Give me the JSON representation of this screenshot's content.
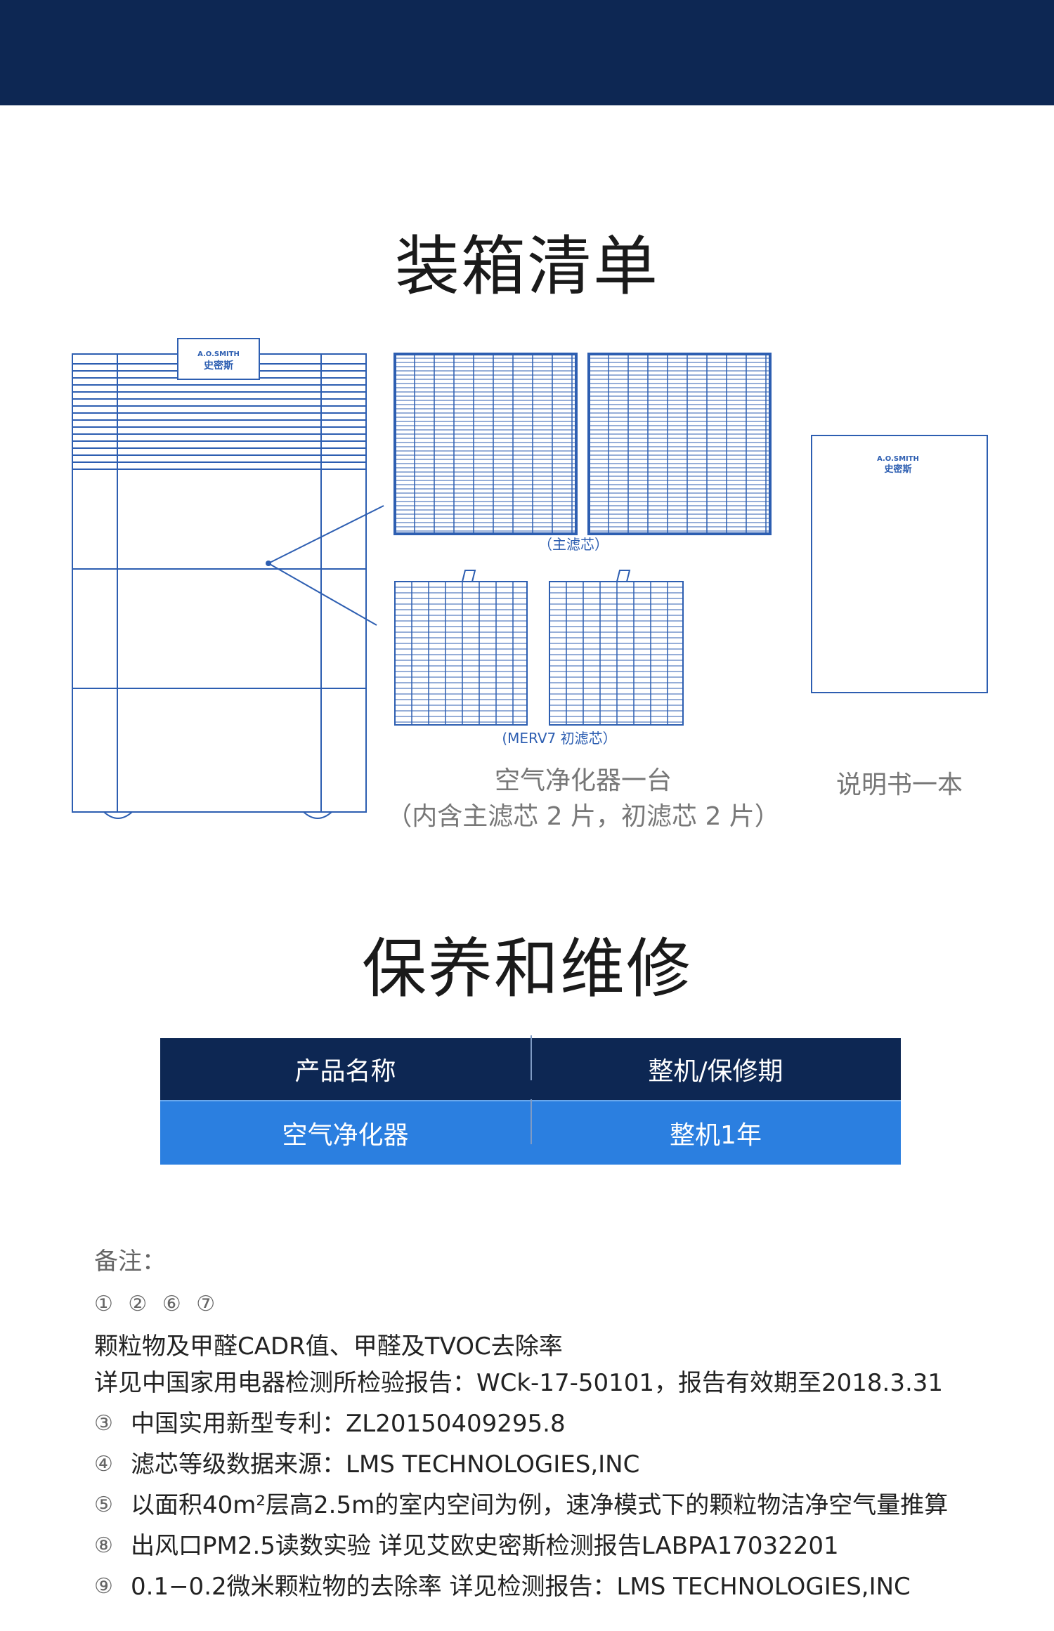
{
  "section1": {
    "title": "装箱清单"
  },
  "illustration": {
    "unit_brand_en": "A.O.SMITH",
    "unit_brand_cn": "史密斯",
    "main_filter_label": "（主滤芯）",
    "pre_filter_label": "(MERV7 初滤芯）",
    "manual_brand_en": "A.O.SMITH",
    "manual_brand_cn": "史密斯"
  },
  "captions": {
    "purifier_line1": "空气净化器一台",
    "purifier_line2": "（内含主滤芯 2 片，初滤芯 2 片）",
    "manual": "说明书一本"
  },
  "section2": {
    "title": "保养和维修"
  },
  "table": {
    "headers": [
      "产品名称",
      "整机/保修期"
    ],
    "row": [
      "空气净化器",
      "整机1年"
    ]
  },
  "notes": {
    "label": "备注：",
    "circles": "① ② ⑥ ⑦",
    "lines": [
      "颗粒物及甲醛CADR值、甲醛及TVOC去除率",
      "详见中国家用电器检测所检验报告：WCk-17-50101，报告有效期至2018.3.31"
    ],
    "items": [
      {
        "num": "③",
        "text": "中国实用新型专利：ZL20150409295.8"
      },
      {
        "num": "④",
        "text": "滤芯等级数据来源：LMS TECHNOLOGIES,INC"
      },
      {
        "num": "⑤",
        "text": "以面积40m²层高2.5m的室内空间为例，速净模式下的颗粒物洁净空气量推算"
      },
      {
        "num": "⑧",
        "text": "出风口PM2.5读数实验 详见艾欧史密斯检测报告LABPA17032201"
      },
      {
        "num": "⑨",
        "text": "0.1−0.2微米颗粒物的去除率 详见检测报告：LMS TECHNOLOGIES,INC"
      }
    ]
  }
}
